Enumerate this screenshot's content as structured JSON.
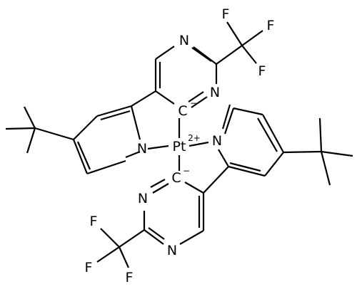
{
  "molecule": {
    "metal": {
      "label": "Pt",
      "charge": "2+"
    },
    "atoms": {
      "carbanion_label": "C",
      "carbanion_charge": "−",
      "nitrogen_label": "N",
      "fluorine_label": "F"
    }
  }
}
